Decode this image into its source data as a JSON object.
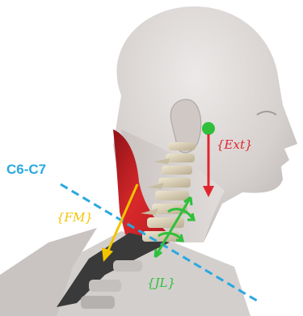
{
  "labels": {
    "level": "C6-C7",
    "external_force": "{Ext}",
    "flexion_moment": "{FM}",
    "joint_load": "{JL}"
  },
  "colors": {
    "level": "#29a8e0",
    "external_force": "#e0252e",
    "flexion_moment": "#f2c400",
    "joint_load": "#2fbf3a",
    "muscle": "#d8282a",
    "plane": "#29a8e0",
    "skin": "#d9d4d2"
  }
}
